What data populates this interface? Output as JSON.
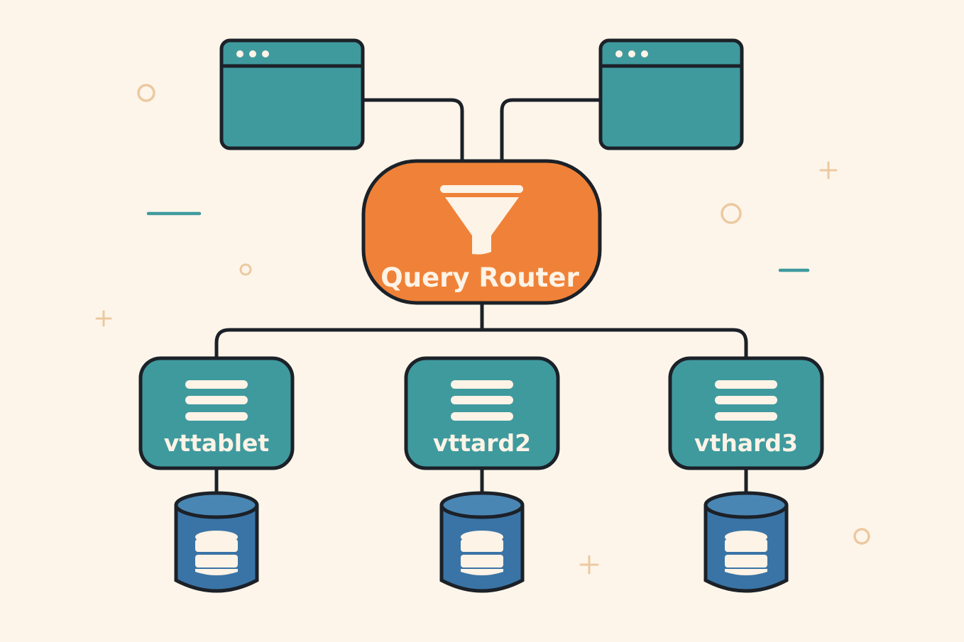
{
  "colors": {
    "background": "#fdf5ea",
    "client": "#3f9a9e",
    "router": "#ef8238",
    "shard": "#3f9a9e",
    "database": "#3a74a6",
    "outline": "#1c2128",
    "icon": "#fdf3e6",
    "decoration_circle": "#ecc9a0",
    "decoration_line": "#3f9a9e"
  },
  "clients": [
    {
      "icon": "browser-window-icon"
    },
    {
      "icon": "browser-window-icon"
    }
  ],
  "router": {
    "label": "Query Router",
    "icon": "funnel-icon"
  },
  "shards": [
    {
      "label": "vttablet",
      "icon": "list-icon",
      "database_icon": "database-icon"
    },
    {
      "label": "vttard2",
      "icon": "list-icon",
      "database_icon": "database-icon"
    },
    {
      "label": "vthard3",
      "icon": "list-icon",
      "database_icon": "database-icon"
    }
  ]
}
